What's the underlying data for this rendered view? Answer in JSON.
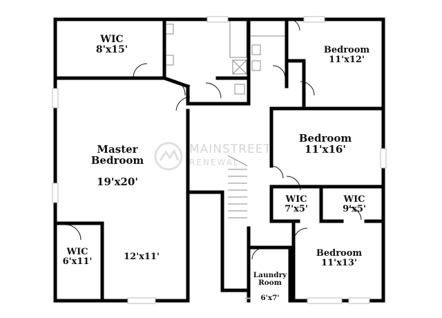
{
  "rooms": {
    "wic_top": {
      "name": "WIC",
      "dims": "8'x15'"
    },
    "bed_ne": {
      "name": "Bedroom",
      "dims": "11'x12'"
    },
    "master": {
      "name": "Master\nBedroom",
      "dims": "19'x20'"
    },
    "bed_mid": {
      "name": "Bedroom",
      "dims": "11'x16'"
    },
    "wic_mid_a": {
      "name": "WIC",
      "dims": "7'x5'"
    },
    "wic_mid_b": {
      "name": "WIC",
      "dims": "9'x5'"
    },
    "wic_sw": {
      "name": "WIC",
      "dims": "6'x11'"
    },
    "sitting": {
      "dims": "12'x11'"
    },
    "laundry": {
      "name": "Laundry\nRoom",
      "dims": "6'x7'"
    },
    "bed_se": {
      "name": "Bedroom",
      "dims": "11'x13'"
    }
  },
  "watermark": {
    "line1": "MAINSTREET",
    "line2": "RENEWAL"
  },
  "colors": {
    "wall": "#000000",
    "fixture": "#888888",
    "window": "#cfcfcf"
  }
}
